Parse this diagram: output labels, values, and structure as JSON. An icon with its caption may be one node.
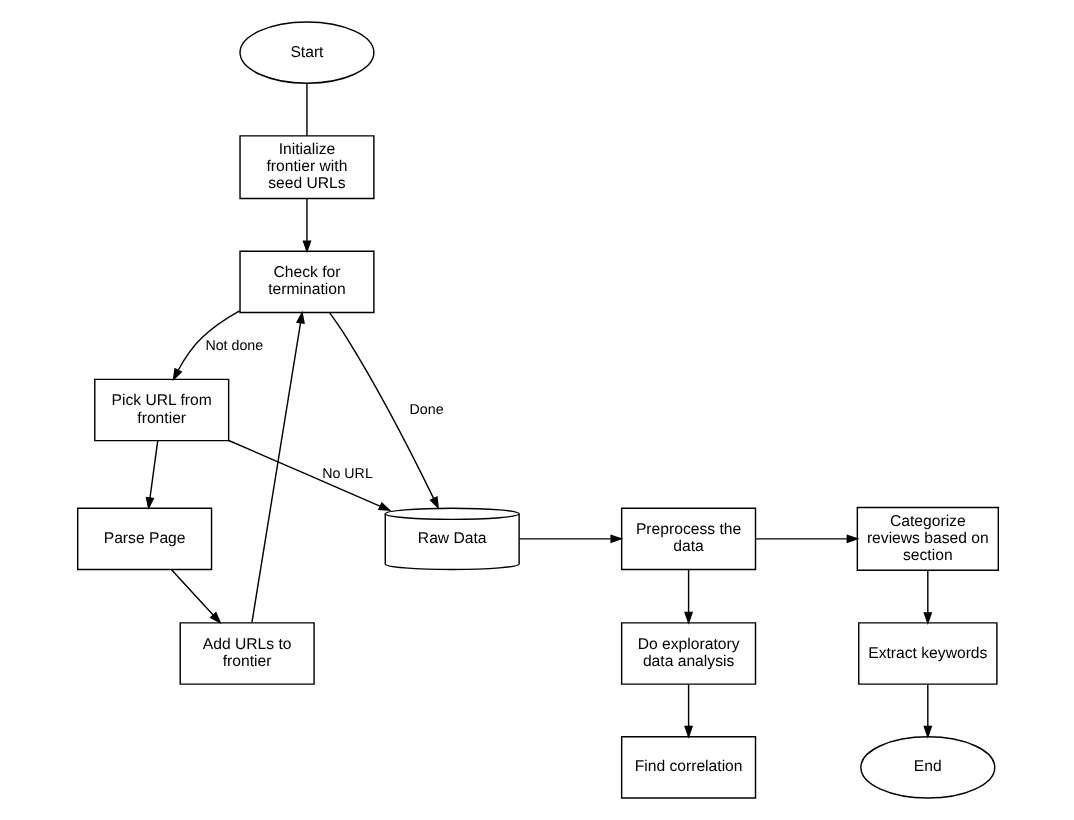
{
  "diagram": {
    "nodes": [
      {
        "text": [
          "Start"
        ]
      },
      {
        "text": [
          "Initialize frontier with seed URLs"
        ]
      },
      {
        "text": [
          "Check for termination"
        ]
      },
      {
        "text": [
          "Pick URL from frontier"
        ]
      },
      {
        "text": [
          "Parse Page"
        ]
      },
      {
        "text": [
          "Add URLs to frontier"
        ]
      },
      {
        "text": [
          "Raw Data"
        ]
      },
      {
        "text": [
          "Preprocess the data"
        ]
      },
      {
        "text": [
          "Do exploratory data analysis"
        ]
      },
      {
        "text": [
          "Find correlation"
        ]
      },
      {
        "text": [
          "Categorize reviews based on section"
        ]
      },
      {
        "text": [
          "Extract keywords"
        ]
      },
      {
        "text": [
          "End"
        ]
      }
    ],
    "edges": [
      {
        "from": 0,
        "to": 1,
        "arrow": "none"
      },
      {
        "from": 1,
        "to": 2,
        "arrow": "to"
      },
      {
        "from": 2,
        "to": 3,
        "arrow": "to",
        "label": "Not done"
      },
      {
        "from": 3,
        "to": 4,
        "arrow": "to"
      },
      {
        "from": 4,
        "to": 5,
        "arrow": "to"
      },
      {
        "from": 5,
        "to": 2,
        "arrow": "to"
      },
      {
        "from": 2,
        "to": 6,
        "arrow": "to",
        "label": "Done"
      },
      {
        "from": 3,
        "to": 6,
        "arrow": "to",
        "label": "No URL"
      },
      {
        "from": 6,
        "to": 7,
        "arrow": "to"
      },
      {
        "from": 7,
        "to": 8,
        "arrow": "to"
      },
      {
        "from": 8,
        "to": 9,
        "arrow": "to"
      },
      {
        "from": 7,
        "to": 10,
        "arrow": "to"
      },
      {
        "from": 10,
        "to": 11,
        "arrow": "to"
      },
      {
        "from": 11,
        "to": 12,
        "arrow": "to"
      }
    ]
  }
}
